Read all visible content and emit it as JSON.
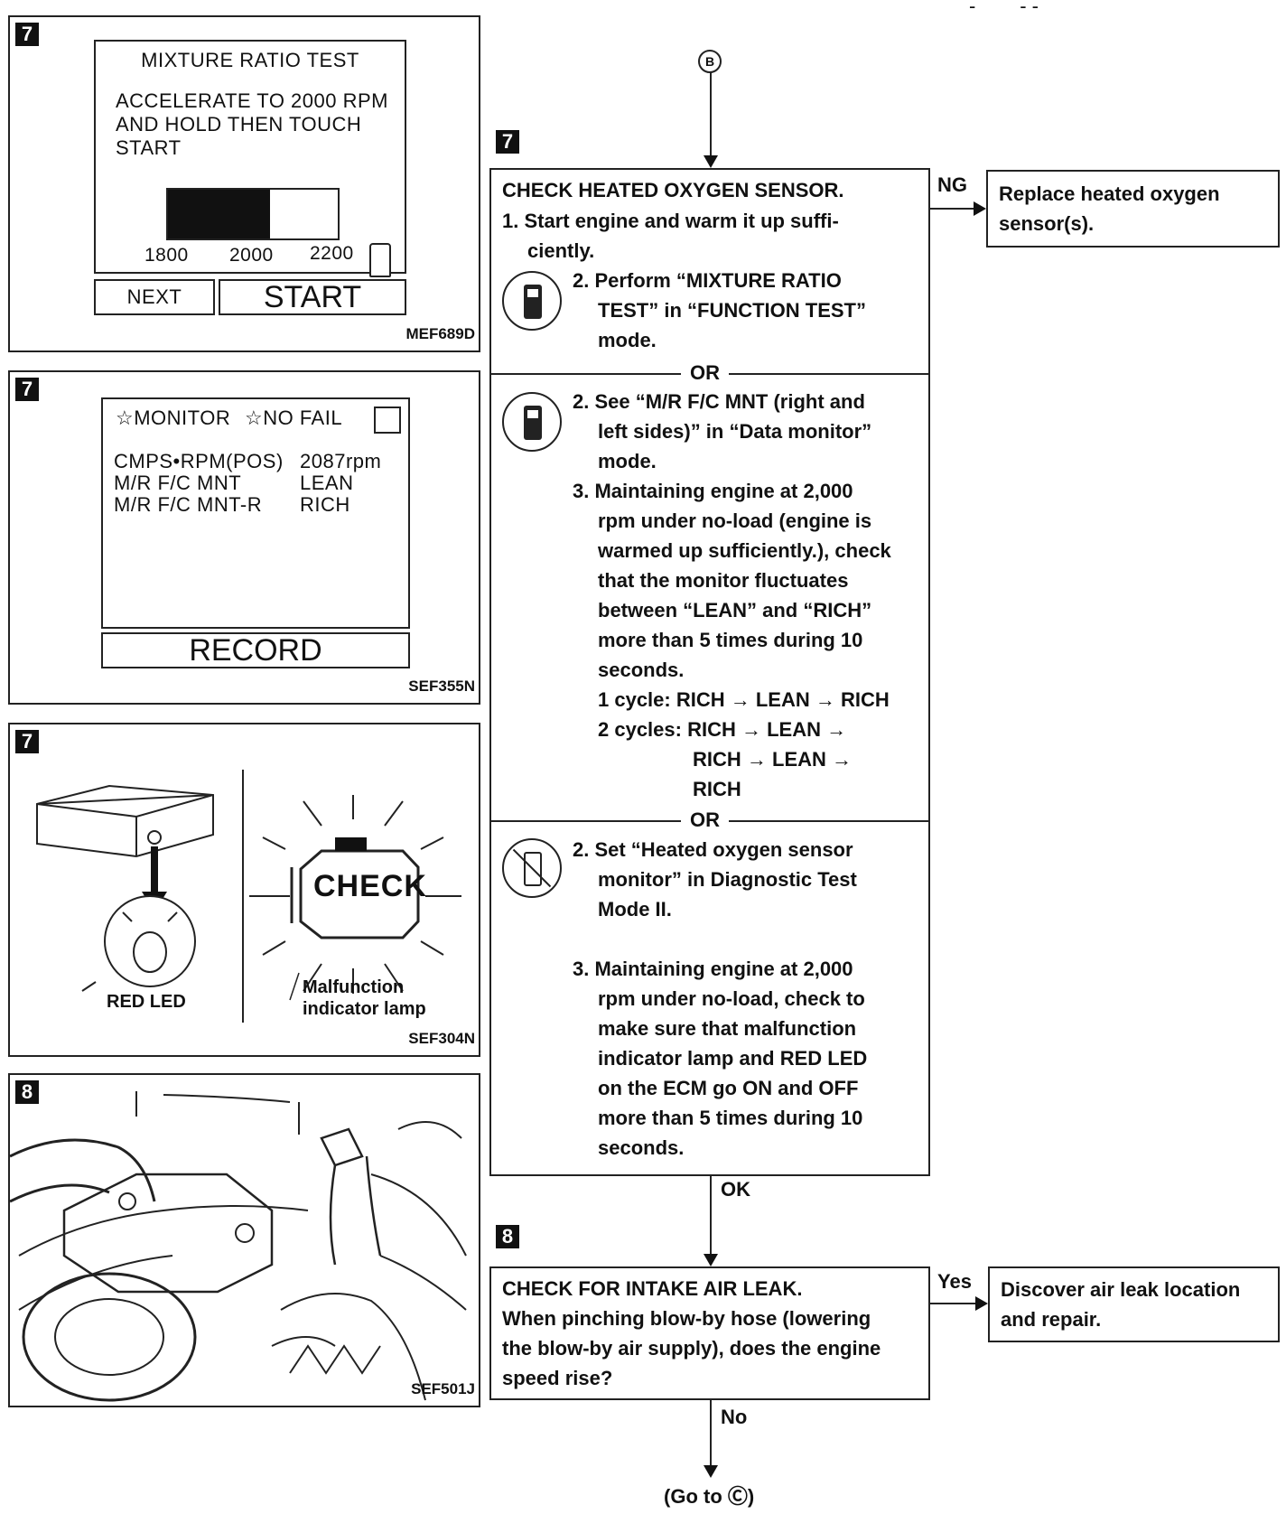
{
  "header_marks": "-        - -",
  "figures": [
    {
      "badge": "7",
      "code": "MEF689D",
      "screen": {
        "title": "MIXTURE RATIO TEST",
        "instruction": [
          "ACCELERATE TO 2000 RPM",
          "AND HOLD THEN TOUCH",
          "START"
        ],
        "gauge_ticks": [
          "1800",
          "2000",
          "2200"
        ],
        "gauge_fill_fraction": 0.6,
        "next_label": "NEXT",
        "start_label": "START"
      }
    },
    {
      "badge": "7",
      "code": "SEF355N",
      "screen": {
        "header_left": "☆MONITOR",
        "header_right": "☆NO FAIL",
        "rows": [
          {
            "name": "CMPS•RPM(POS)",
            "value": "2087rpm"
          },
          {
            "name": "M/R F/C MNT",
            "value": "LEAN"
          },
          {
            "name": "M/R F/C MNT-R",
            "value": "RICH"
          }
        ],
        "record_label": "RECORD"
      }
    },
    {
      "badge": "7",
      "code": "SEF304N",
      "red_led_label": "RED LED",
      "check_label": "CHECK",
      "mil_label": [
        "Malfunction",
        "indicator lamp"
      ]
    },
    {
      "badge": "8",
      "code": "SEF501J"
    }
  ],
  "flow": {
    "connector_top": "B",
    "step7": {
      "badge": "7",
      "title": "CHECK HEATED OXYGEN SENSOR.",
      "part1": [
        "1. Start engine and warm it up suffi-",
        "ciently.",
        "2. Perform “MIXTURE RATIO",
        "TEST” in “FUNCTION TEST”",
        "mode."
      ],
      "or1": "OR",
      "part2": [
        "2. See “M/R F/C MNT (right and",
        "left sides)” in “Data monitor”",
        "mode.",
        "3. Maintaining engine at 2,000",
        "rpm under no-load (engine is",
        "warmed up sufficiently.), check",
        "that the monitor fluctuates",
        "between “LEAN” and “RICH”",
        "more than 5 times during 10",
        "seconds.",
        "1 cycle: RICH → LEAN → RICH",
        "2 cycles: RICH → LEAN →",
        "RICH → LEAN →",
        "RICH"
      ],
      "or2": "OR",
      "part3": [
        "2. Set “Heated oxygen sensor",
        "monitor” in Diagnostic Test",
        "Mode II.",
        "3. Maintaining engine at 2,000",
        "rpm under no-load, check to",
        "make sure that malfunction",
        "indicator lamp and RED LED",
        "on the ECM go ON and OFF",
        "more than 5 times during 10",
        "seconds."
      ],
      "ng_label": "NG",
      "ng_result": [
        "Replace heated oxygen",
        "sensor(s)."
      ],
      "ok_label": "OK"
    },
    "step8": {
      "badge": "8",
      "title": "CHECK FOR INTAKE AIR LEAK.",
      "body": [
        "When pinching blow-by hose (lowering",
        "the blow-by air supply), does the engine",
        "speed rise?"
      ],
      "yes_label": "Yes",
      "yes_result": [
        "Discover air leak location",
        "and repair."
      ],
      "no_label": "No"
    },
    "goto": "(Go to Ⓒ)"
  }
}
